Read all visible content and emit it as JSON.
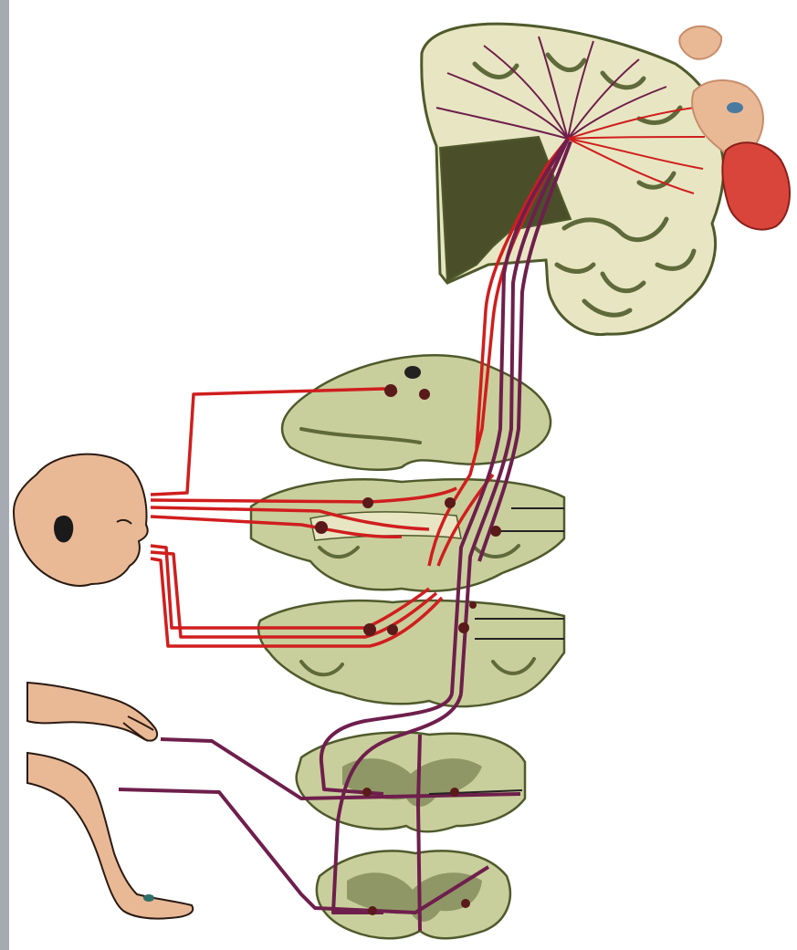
{
  "diagram": {
    "colors": {
      "background": "#ffffff",
      "paper_tint": "#f3ead2",
      "edge_bar": "#a6abb3",
      "tissue_light": "#e8e6c2",
      "tissue_green": "#c9cf9c",
      "tissue_dark": "#5f6a3a",
      "tissue_outline": "#4f5a2c",
      "cortex_cut": "#4a4f2a",
      "skin": "#e9b996",
      "skin_shade": "#c88d6b",
      "sensory_red": "#d01e1e",
      "motor_purple": "#6e1f4c",
      "nucleus_dark": "#5a1a1a",
      "tongue": "#d9453a"
    },
    "figures": {
      "head": "human-head",
      "arm": "human-arm",
      "leg": "human-leg",
      "cortex_face": "cortical-face-with-tongue"
    },
    "levels": [
      "cerebral-cortex",
      "midbrain",
      "pons",
      "medulla",
      "cervical-spinal-cord",
      "lumbar-spinal-cord"
    ]
  }
}
